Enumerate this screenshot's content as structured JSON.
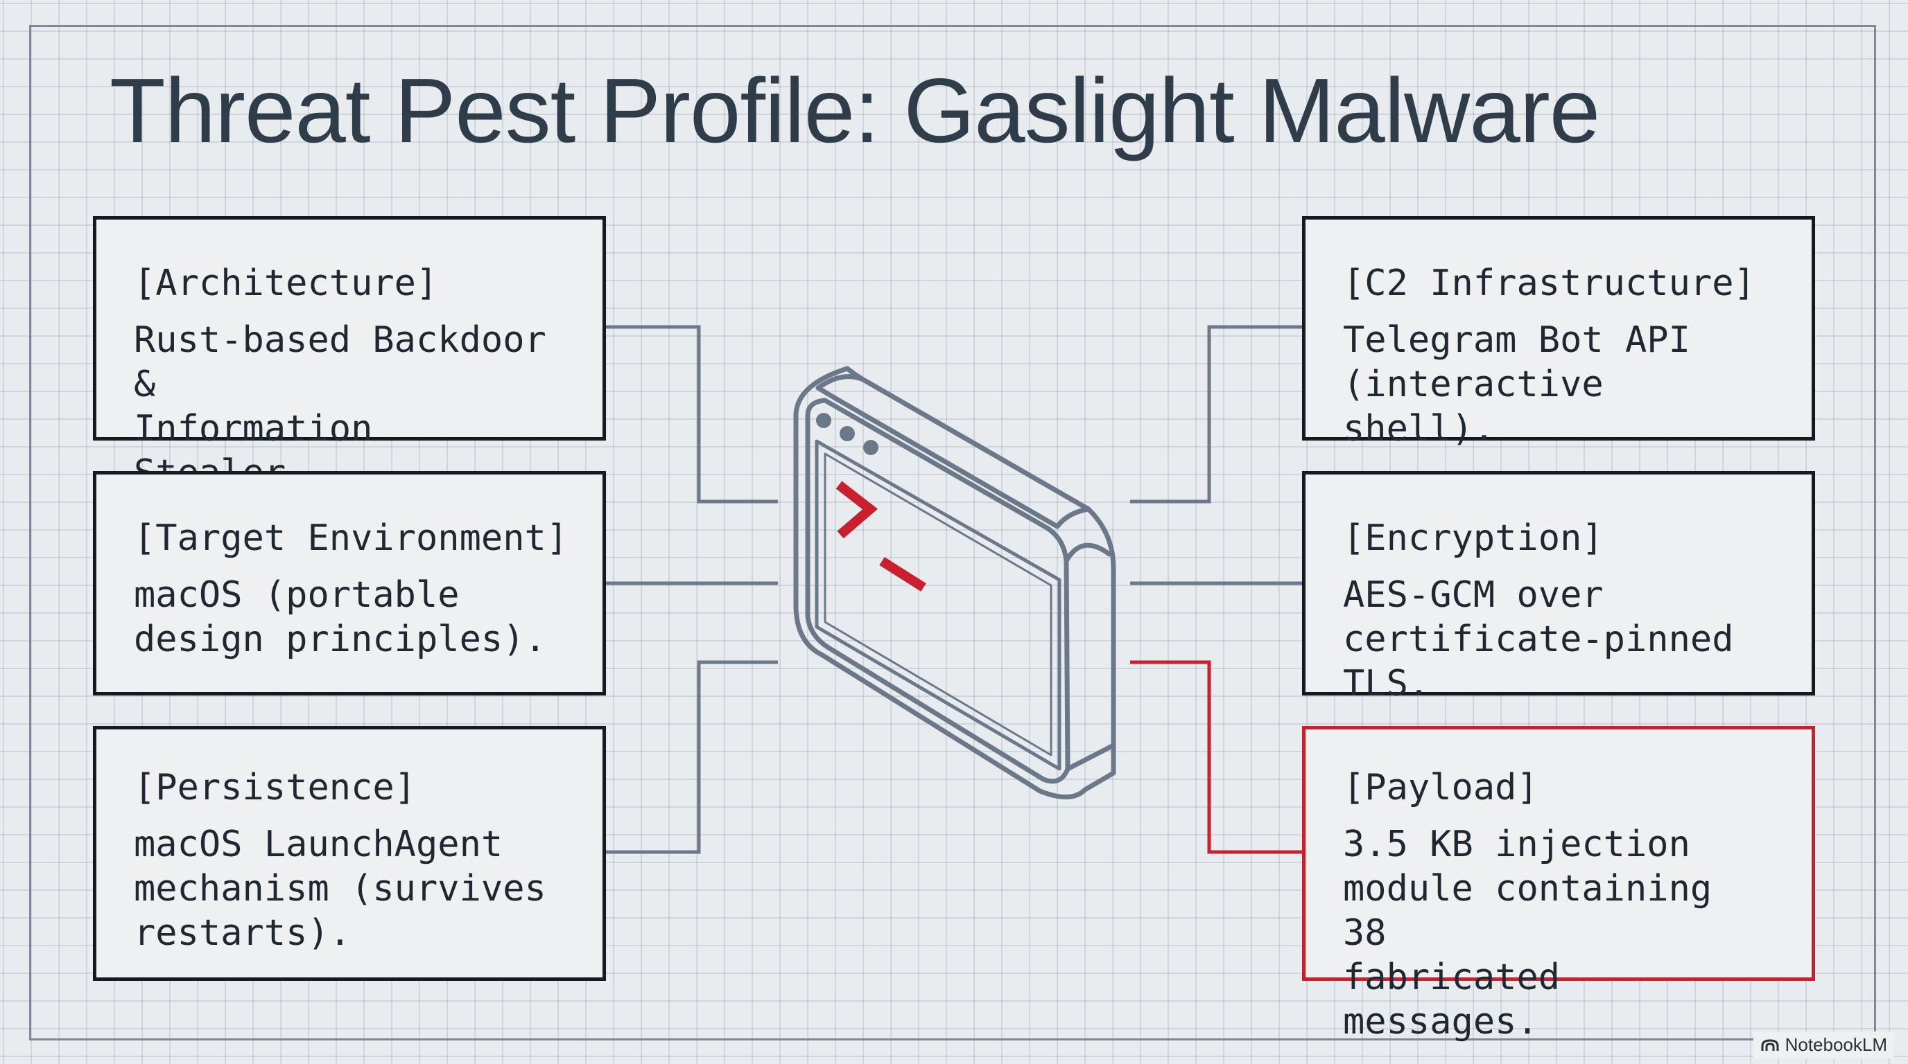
{
  "title": "Threat Pest Profile: Gaslight Malware",
  "colors": {
    "line": "#6a7889",
    "highlight": "#c8202c",
    "device": "#6a7889",
    "prompt": "#c8202c"
  },
  "cards": [
    {
      "label": "[Architecture]",
      "text": "Rust-based Backdoor &\nInformation Stealer."
    },
    {
      "label": "[Target Environment]",
      "text": "macOS (portable\ndesign principles)."
    },
    {
      "label": "[Persistence]",
      "text": "macOS LaunchAgent\nmechanism (survives\nrestarts)."
    },
    {
      "label": "[C2 Infrastructure]",
      "text": "Telegram Bot API\n(interactive shell)."
    },
    {
      "label": "[Encryption]",
      "text": "AES-GCM over\ncertificate-pinned TLS."
    },
    {
      "label": "[Payload]",
      "text": "3.5 KB injection\nmodule containing 38\nfabricated messages."
    }
  ],
  "device": {
    "icon": "terminal-window-icon"
  },
  "watermark": {
    "text": "NotebookLM",
    "icon": "notebooklm-logo-icon"
  }
}
